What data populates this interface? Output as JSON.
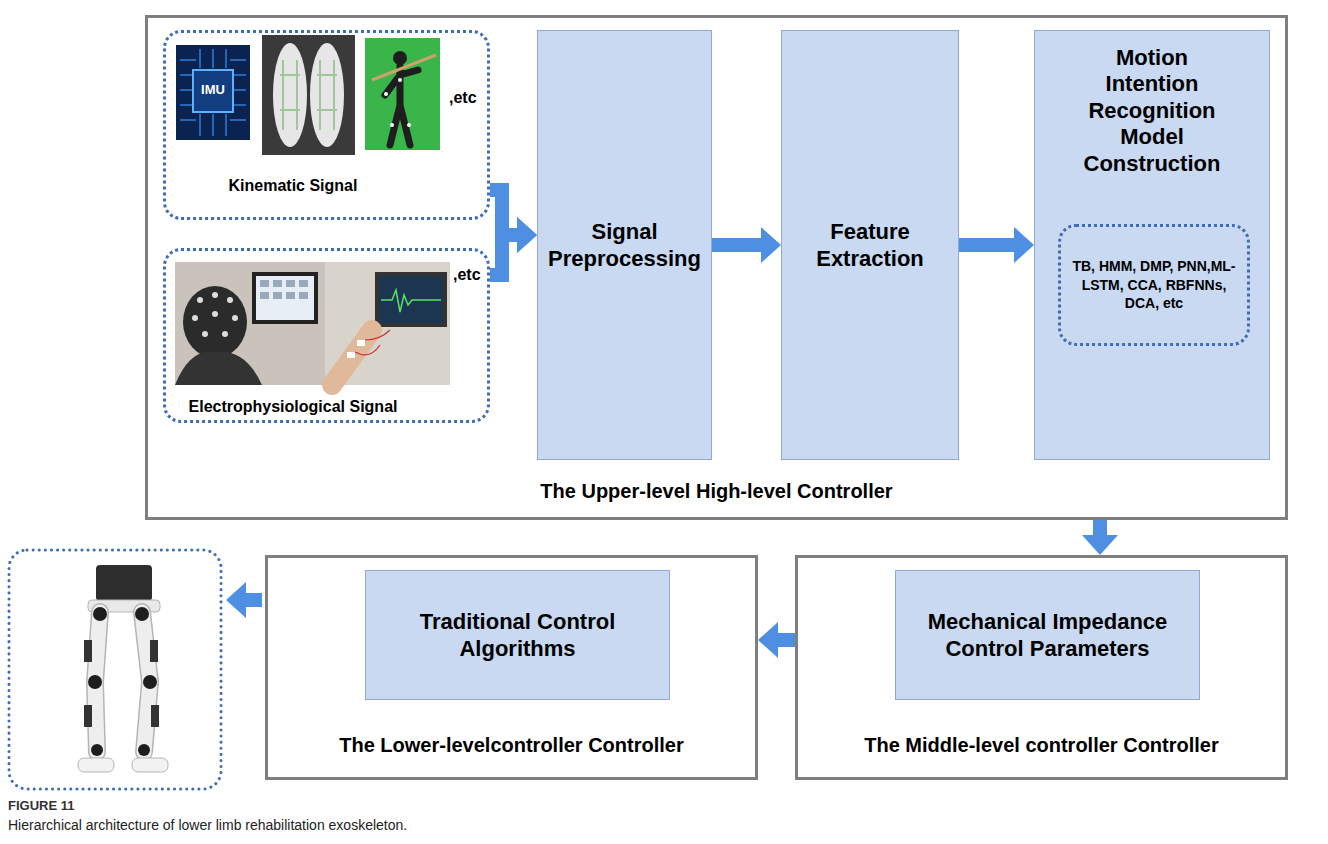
{
  "diagram": {
    "caption": "Hierarchical architecture of lower limb rehabilitation exoskeleton.",
    "nodes": [
      {
        "text": [
          "The Upper-level High-level Controller"
        ]
      },
      {
        "text": [
          ",etc",
          "Kinematic Signal"
        ],
        "in": 0
      },
      {
        "text": [
          ",etc",
          "Electrophysiological Signal"
        ],
        "in": 0
      },
      {
        "text": [
          "Signal Preprocessing"
        ],
        "in": 0
      },
      {
        "text": [
          "Feature Extraction"
        ],
        "in": 0
      },
      {
        "text": [
          "Motion Intention Recognition Model Construction"
        ],
        "in": 0
      },
      {
        "text": [
          "TB, HMM, DMP, PNN,ML-LSTM, CCA, RBFNNs, DCA, etc"
        ],
        "in": 5
      },
      {
        "text": [
          "The  Lower-levelcontroller Controller"
        ]
      },
      {
        "text": [
          "Traditional Control Algorithms"
        ],
        "in": 7
      },
      {
        "text": [
          "The Middle-level controller Controller"
        ]
      },
      {
        "text": [
          "Mechanical Impedance Control Parameters"
        ],
        "in": 9
      }
    ],
    "edges": [
      {
        "from": 1,
        "to": 3,
        "arrow": "to"
      },
      {
        "from": 2,
        "to": 3,
        "arrow": "to"
      },
      {
        "from": 3,
        "to": 4,
        "arrow": "to"
      },
      {
        "from": 4,
        "to": 5,
        "arrow": "to"
      },
      {
        "from": 0,
        "to": 9,
        "arrow": "to"
      },
      {
        "from": 9,
        "to": 7,
        "arrow": "to"
      }
    ],
    "labels": [
      "IMU",
      "FIGURE 11"
    ]
  }
}
